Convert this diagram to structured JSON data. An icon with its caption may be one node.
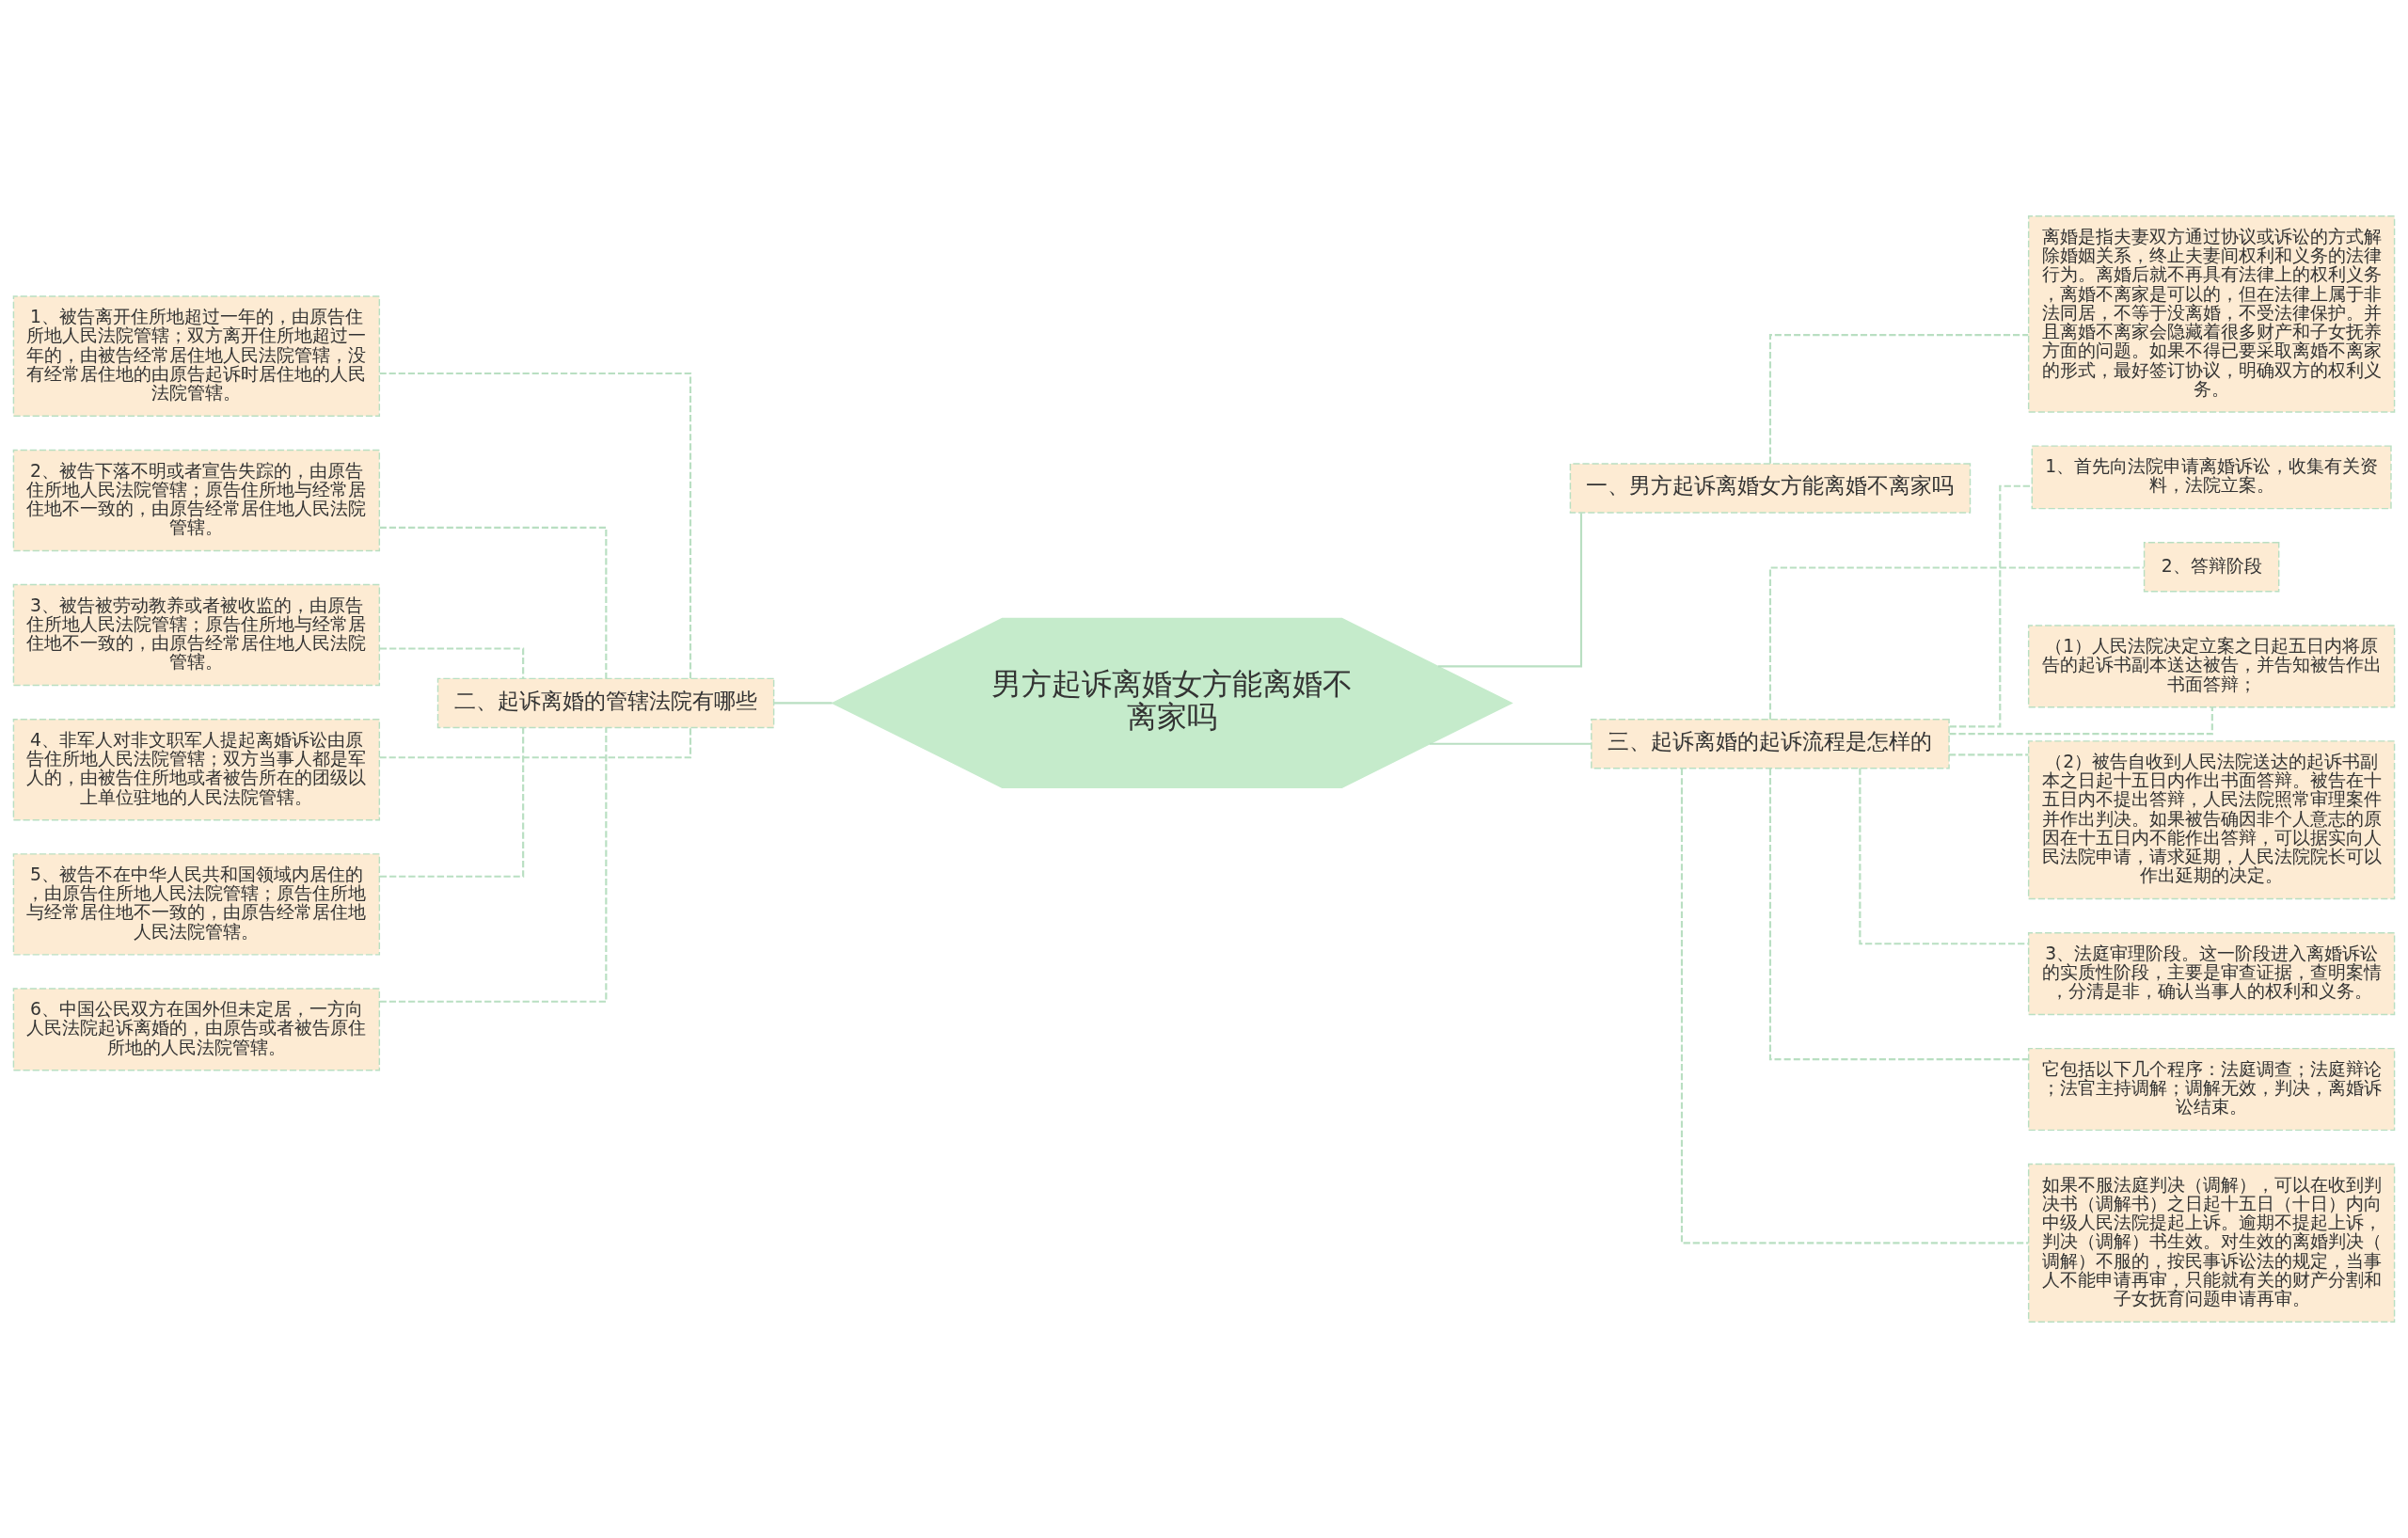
{
  "diagram": {
    "nodes": [
      {
        "text": [
          "男方起诉离婚女方能离婚不离家吗"
        ]
      },
      {
        "text": [
          "一、男方起诉离婚女方能离婚不离家吗"
        ]
      },
      {
        "text": [
          "离婚是指夫妻双方通过协议或诉讼的方式解除婚姻关系，终止夫妻间权利和义务的法律行为。离婚后就不再具有法律上的权利义务，离婚不离家是可以的，但在法律上属于非法同居，不等于没离婚，不受法律保护。并且离婚不离家会隐藏着很多财产和子女抚养方面的问题。如果不得已要采取离婚不离家的形式，最好签订协议，明确双方的权利义务。"
        ]
      },
      {
        "text": [
          "二、起诉离婚的管辖法院有哪些"
        ]
      },
      {
        "text": [
          "1、被告离开住所地超过一年的，由原告住所地人民法院管辖；双方离开住所地超过一年的，由被告经常居住地人民法院管辖，没有经常居住地的由原告起诉时居住地的人民法院管辖。"
        ]
      },
      {
        "text": [
          "2、被告下落不明或者宣告失踪的，由原告住所地人民法院管辖；原告住所地与经常居住地不一致的，由原告经常居住地人民法院管辖。"
        ]
      },
      {
        "text": [
          "3、被告被劳动教养或者被收监的，由原告住所地人民法院管辖；原告住所地与经常居住地不一致的，由原告经常居住地人民法院管辖。"
        ]
      },
      {
        "text": [
          "4、非军人对非文职军人提起离婚诉讼由原告住所地人民法院管辖；双方当事人都是军人的，由被告住所地或者被告所在的团级以上单位驻地的人民法院管辖。"
        ]
      },
      {
        "text": [
          "5、被告不在中华人民共和国领域内居住的，由原告住所地人民法院管辖；原告住所地与经常居住地不一致的，由原告经常居住地人民法院管辖。"
        ]
      },
      {
        "text": [
          "6、中国公民双方在国外但未定居，一方向人民法院起诉离婚的，由原告或者被告原住所地的人民法院管辖。"
        ]
      },
      {
        "text": [
          "三、起诉离婚的起诉流程是怎样的"
        ]
      },
      {
        "text": [
          "1、首先向法院申请离婚诉讼，收集有关资料，法院立案。"
        ]
      },
      {
        "text": [
          "2、答辩阶段"
        ]
      },
      {
        "text": [
          "（1）人民法院决定立案之日起五日内将原告的起诉书副本送达被告，并告知被告作出书面答辩；"
        ]
      },
      {
        "text": [
          "（2）被告自收到人民法院送达的起诉书副本之日起十五日内作出书面答辩。被告在十五日内不提出答辩，人民法院照常审理案件并作出判决。如果被告确因非个人意志的原因在十五日内不能作出答辩，可以据实向人民法院申请，请求延期，人民法院院长可以作出延期的决定。"
        ]
      },
      {
        "text": [
          "3、法庭审理阶段。这一阶段进入离婚诉讼的实质性阶段，主要是审查证据，查明案情，分清是非，确认当事人的权利和义务。"
        ]
      },
      {
        "text": [
          "它包括以下几个程序：法庭调查；法庭辩论；法官主持调解；调解无效，判决，离婚诉讼结束。"
        ]
      },
      {
        "text": [
          "如果不服法庭判决（调解），可以在收到判决书（调解书）之日起十五日（十日）内向中级人民法院提起上诉。逾期不提起上诉，判决（调解）书生效。对生效的离婚判决（调解）不服的，按民事诉讼法的规定，当事人不能申请再审，只能就有关的财产分割和子女抚育问题申请再审。"
        ]
      }
    ],
    "edges": [
      {
        "from": 0,
        "to": 1,
        "arrow": "none"
      },
      {
        "from": 1,
        "to": 2,
        "arrow": "none",
        "style": "dashed"
      },
      {
        "from": 0,
        "to": 3,
        "arrow": "none"
      },
      {
        "from": 3,
        "to": 4,
        "arrow": "none",
        "style": "dashed"
      },
      {
        "from": 3,
        "to": 5,
        "arrow": "none",
        "style": "dashed"
      },
      {
        "from": 3,
        "to": 6,
        "arrow": "none",
        "style": "dashed"
      },
      {
        "from": 3,
        "to": 7,
        "arrow": "none",
        "style": "dashed"
      },
      {
        "from": 3,
        "to": 8,
        "arrow": "none",
        "style": "dashed"
      },
      {
        "from": 3,
        "to": 9,
        "arrow": "none",
        "style": "dashed"
      },
      {
        "from": 0,
        "to": 10,
        "arrow": "none"
      },
      {
        "from": 10,
        "to": 11,
        "arrow": "none",
        "style": "dashed"
      },
      {
        "from": 10,
        "to": 12,
        "arrow": "none",
        "style": "dashed"
      },
      {
        "from": 10,
        "to": 13,
        "arrow": "none",
        "style": "dashed"
      },
      {
        "from": 10,
        "to": 14,
        "arrow": "none",
        "style": "dashed"
      },
      {
        "from": 10,
        "to": 15,
        "arrow": "none",
        "style": "dashed"
      },
      {
        "from": 10,
        "to": 16,
        "arrow": "none",
        "style": "dashed"
      },
      {
        "from": 10,
        "to": 17,
        "arrow": "none",
        "style": "dashed"
      }
    ]
  }
}
